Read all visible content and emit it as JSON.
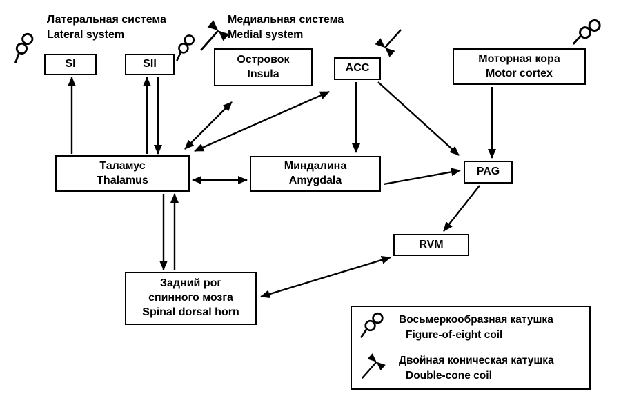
{
  "labels": {
    "lateral_system": {
      "ru": "Латеральная система",
      "en": "Lateral system"
    },
    "medial_system": {
      "ru": "Медиальная система",
      "en": "Medial system"
    }
  },
  "nodes": {
    "si": {
      "label": "SI",
      "coil": "figure_of_eight"
    },
    "sii": {
      "label": "SII",
      "coil": "figure_of_eight"
    },
    "insula": {
      "ru": "Островок",
      "en": "Insula",
      "coil": "double_cone"
    },
    "acc": {
      "label": "ACC",
      "coil": "double_cone"
    },
    "motor_cortex": {
      "ru": "Моторная кора",
      "en": "Motor cortex",
      "coil": "figure_of_eight"
    },
    "thalamus": {
      "ru": "Таламус",
      "en": "Thalamus"
    },
    "amygdala": {
      "ru": "Миндалина",
      "en": "Amygdala"
    },
    "pag": {
      "label": "PAG"
    },
    "rvm": {
      "label": "RVM"
    },
    "spinal_dorsal_horn": {
      "ru1": "Задний рог",
      "ru2": "спинного мозга",
      "en": "Spinal dorsal horn"
    }
  },
  "edges": [
    {
      "from": "thalamus",
      "to": "si",
      "bidirectional": false
    },
    {
      "from": "thalamus",
      "to": "sii",
      "bidirectional": true
    },
    {
      "from": "thalamus",
      "to": "insula",
      "bidirectional": true
    },
    {
      "from": "thalamus",
      "to": "acc",
      "bidirectional": true
    },
    {
      "from": "acc",
      "to": "amygdala",
      "bidirectional": false
    },
    {
      "from": "acc",
      "to": "pag",
      "bidirectional": false
    },
    {
      "from": "motor_cortex",
      "to": "pag",
      "bidirectional": false
    },
    {
      "from": "thalamus",
      "to": "amygdala",
      "bidirectional": true
    },
    {
      "from": "amygdala",
      "to": "pag",
      "bidirectional": false
    },
    {
      "from": "pag",
      "to": "rvm",
      "bidirectional": false
    },
    {
      "from": "rvm",
      "to": "spinal_dorsal_horn",
      "bidirectional": true
    },
    {
      "from": "thalamus",
      "to": "spinal_dorsal_horn",
      "bidirectional": true
    }
  ],
  "legend": {
    "figure_of_eight": {
      "ru": "Восьмеркообразная катушка",
      "en": "Figure-of-eight coil",
      "icon": "figure-of-eight-coil-icon"
    },
    "double_cone": {
      "ru": "Двойная коническая катушка",
      "en": "Double-cone coil",
      "icon": "double-cone-coil-icon"
    }
  },
  "colors": {
    "ink": "#000000",
    "background": "#ffffff"
  }
}
